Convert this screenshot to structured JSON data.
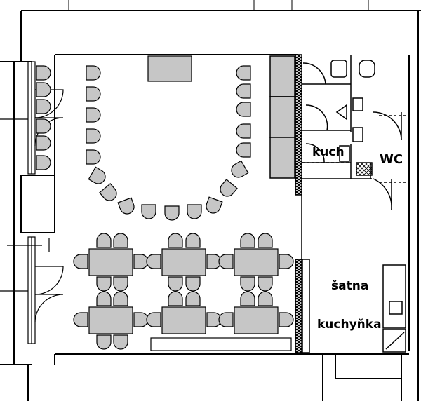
{
  "labels": {
    "kitchen_small": "kuch",
    "wc": "WC",
    "wardrobe": "šatna",
    "kitchenette": "kuchyňka"
  },
  "colors": {
    "wall": "#000000",
    "furniture_fill": "#c6c6c6",
    "floor": "#ffffff",
    "hatch": "#000000"
  }
}
